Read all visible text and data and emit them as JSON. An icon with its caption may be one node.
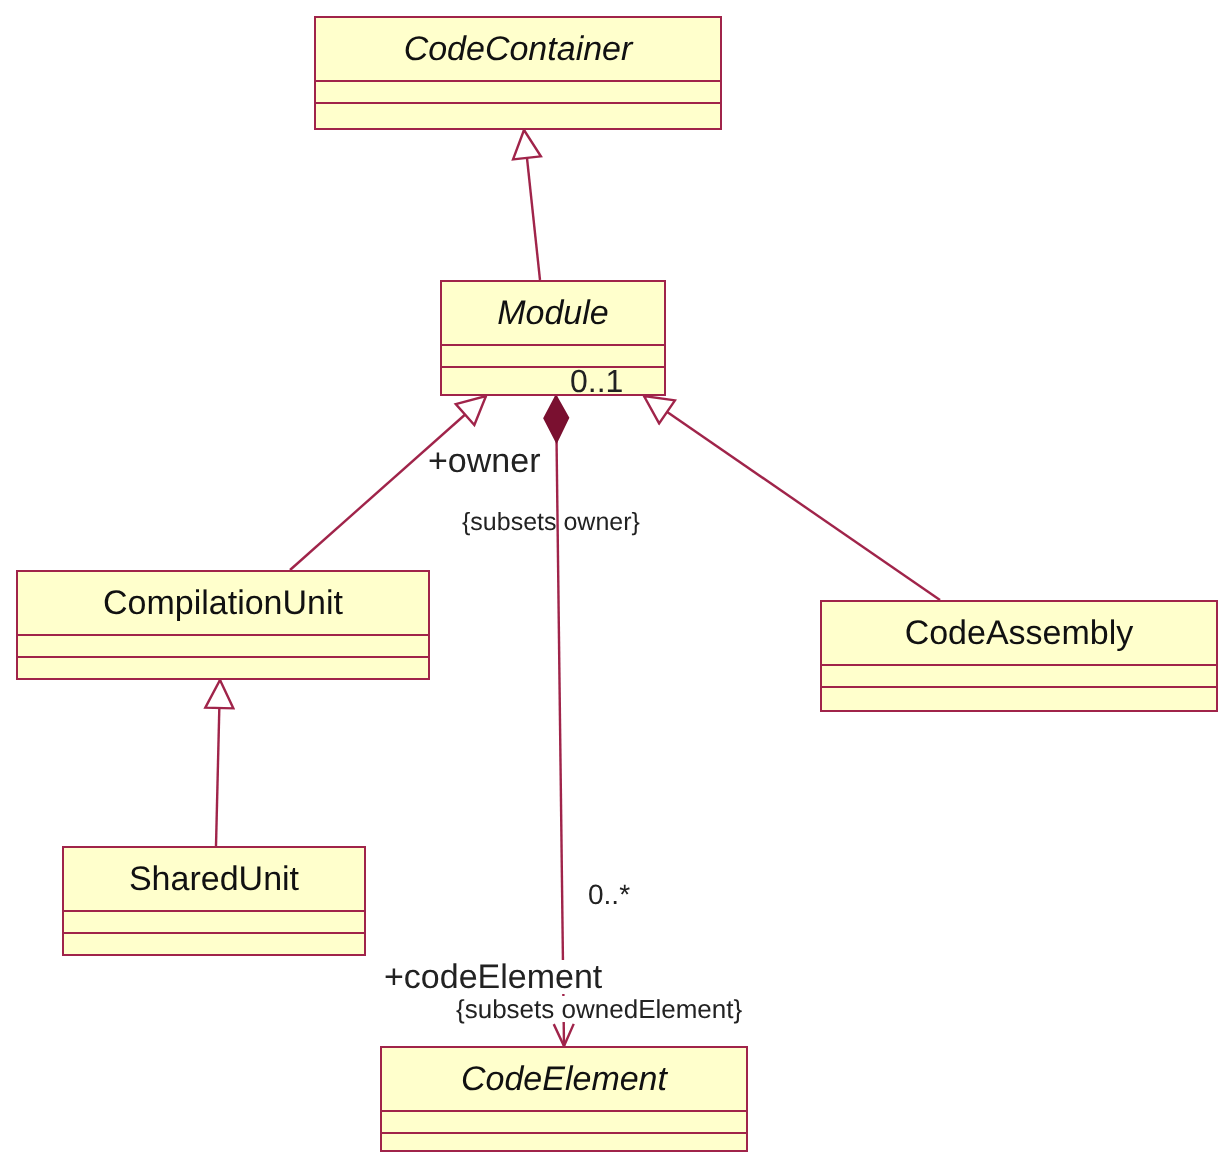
{
  "diagram": {
    "nodes": [
      {
        "text": [
          "CodeContainer"
        ]
      },
      {
        "text": [
          "Module"
        ]
      },
      {
        "text": [
          "CompilationUnit"
        ]
      },
      {
        "text": [
          "CodeAssembly"
        ]
      },
      {
        "text": [
          "SharedUnit"
        ]
      },
      {
        "text": [
          "CodeElement"
        ]
      }
    ],
    "edges": [
      {
        "from": 1,
        "to": 0,
        "arrow": "to"
      },
      {
        "from": 2,
        "to": 1,
        "arrow": "to"
      },
      {
        "from": 3,
        "to": 1,
        "arrow": "to"
      },
      {
        "from": 4,
        "to": 2,
        "arrow": "to"
      },
      {
        "from": 1,
        "to": 5,
        "arrow": "to"
      }
    ],
    "labels": [
      "0..1",
      "+owner",
      "{subsets owner}",
      "0..*",
      "+codeElement",
      "{subsets ownedElement}"
    ]
  }
}
